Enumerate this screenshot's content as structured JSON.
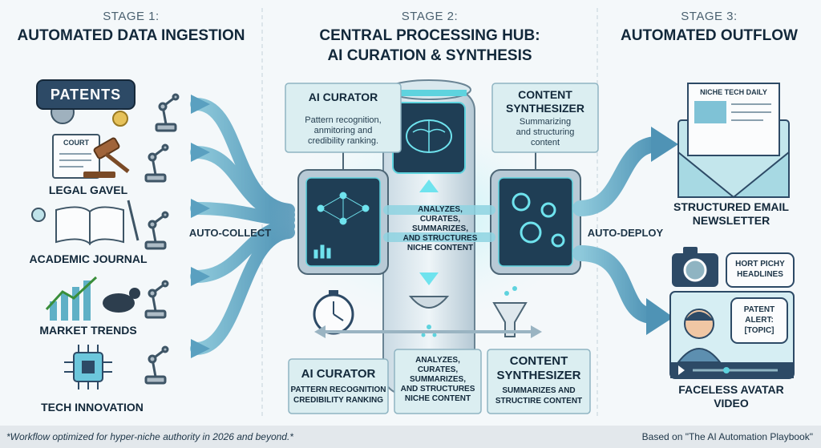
{
  "stages": [
    {
      "label": "STAGE 1:",
      "title": "AUTOMATED DATA INGESTION"
    },
    {
      "label": "STAGE 2:",
      "title_line1": "CENTRAL PROCESSING HUB:",
      "title_line2": "AI CURATION & SYNTHESIS"
    },
    {
      "label": "STAGE 3:",
      "title": "AUTOMATED OUTFLOW"
    }
  ],
  "sources": {
    "patents_badge": "PATENTS",
    "court_doc": "COURT",
    "items": [
      "LEGAL GAVEL",
      "ACADEMIC JOURNAL",
      "MARKET TRENDS",
      "TECH INNOVATION"
    ]
  },
  "flows": {
    "auto_collect": "AUTO-COLLECT",
    "auto_deploy": "AUTO-DEPLOY"
  },
  "hub": {
    "curator_card": {
      "title": "AI CURATOR",
      "lines": [
        "Pattern recognition,",
        "anmitoring and",
        "credibility ranking."
      ]
    },
    "synth_card": {
      "title_lines": [
        "CONTENT",
        "SYNTHESIZER"
      ],
      "lines": [
        "Summarizing",
        "and structuring",
        "content"
      ]
    },
    "center_text": [
      "ANALYZES,",
      "CURATES,",
      "SUMMARIZES,",
      "AND STRUCTURES",
      "NICHE CONTENT"
    ],
    "bottom_curator": {
      "title": "AI CURATOR",
      "lines": [
        "PATTERN RECOGNITION",
        "CREDIBILITY RANKING"
      ]
    },
    "bottom_center": [
      "ANALYZES,",
      "CURATES,",
      "SUMMARIZES,",
      "AND STRUCTURES",
      "NICHE CONTENT"
    ],
    "bottom_synth": {
      "title_lines": [
        "CONTENT",
        "SYNTHESIZER"
      ],
      "lines": [
        "SUMMARIZES AND",
        "STRUCTIRE CONTENT"
      ]
    }
  },
  "outputs": {
    "newsletter_header": "NICHE TECH DAILY",
    "newsletter_label": [
      "STRUCTURED EMAIL",
      "NEWSLETTER"
    ],
    "bubble1": [
      "HORT PICHY",
      "HEADLINES"
    ],
    "bubble2": [
      "PATENT",
      "ALERT:",
      "[TOPIC]"
    ],
    "video_label": [
      "FACELESS AVATAR",
      "VIDEO"
    ]
  },
  "footer": {
    "left": "*Workflow optimized for hyper-niche authority in 2026 and beyond.*",
    "right": "Based on \"The AI Automation Playbook\""
  },
  "colors": {
    "accent": "#3fb8c8",
    "pipe": "#6aa8c4",
    "panel": "#dbeef1",
    "dark": "#12283a"
  }
}
